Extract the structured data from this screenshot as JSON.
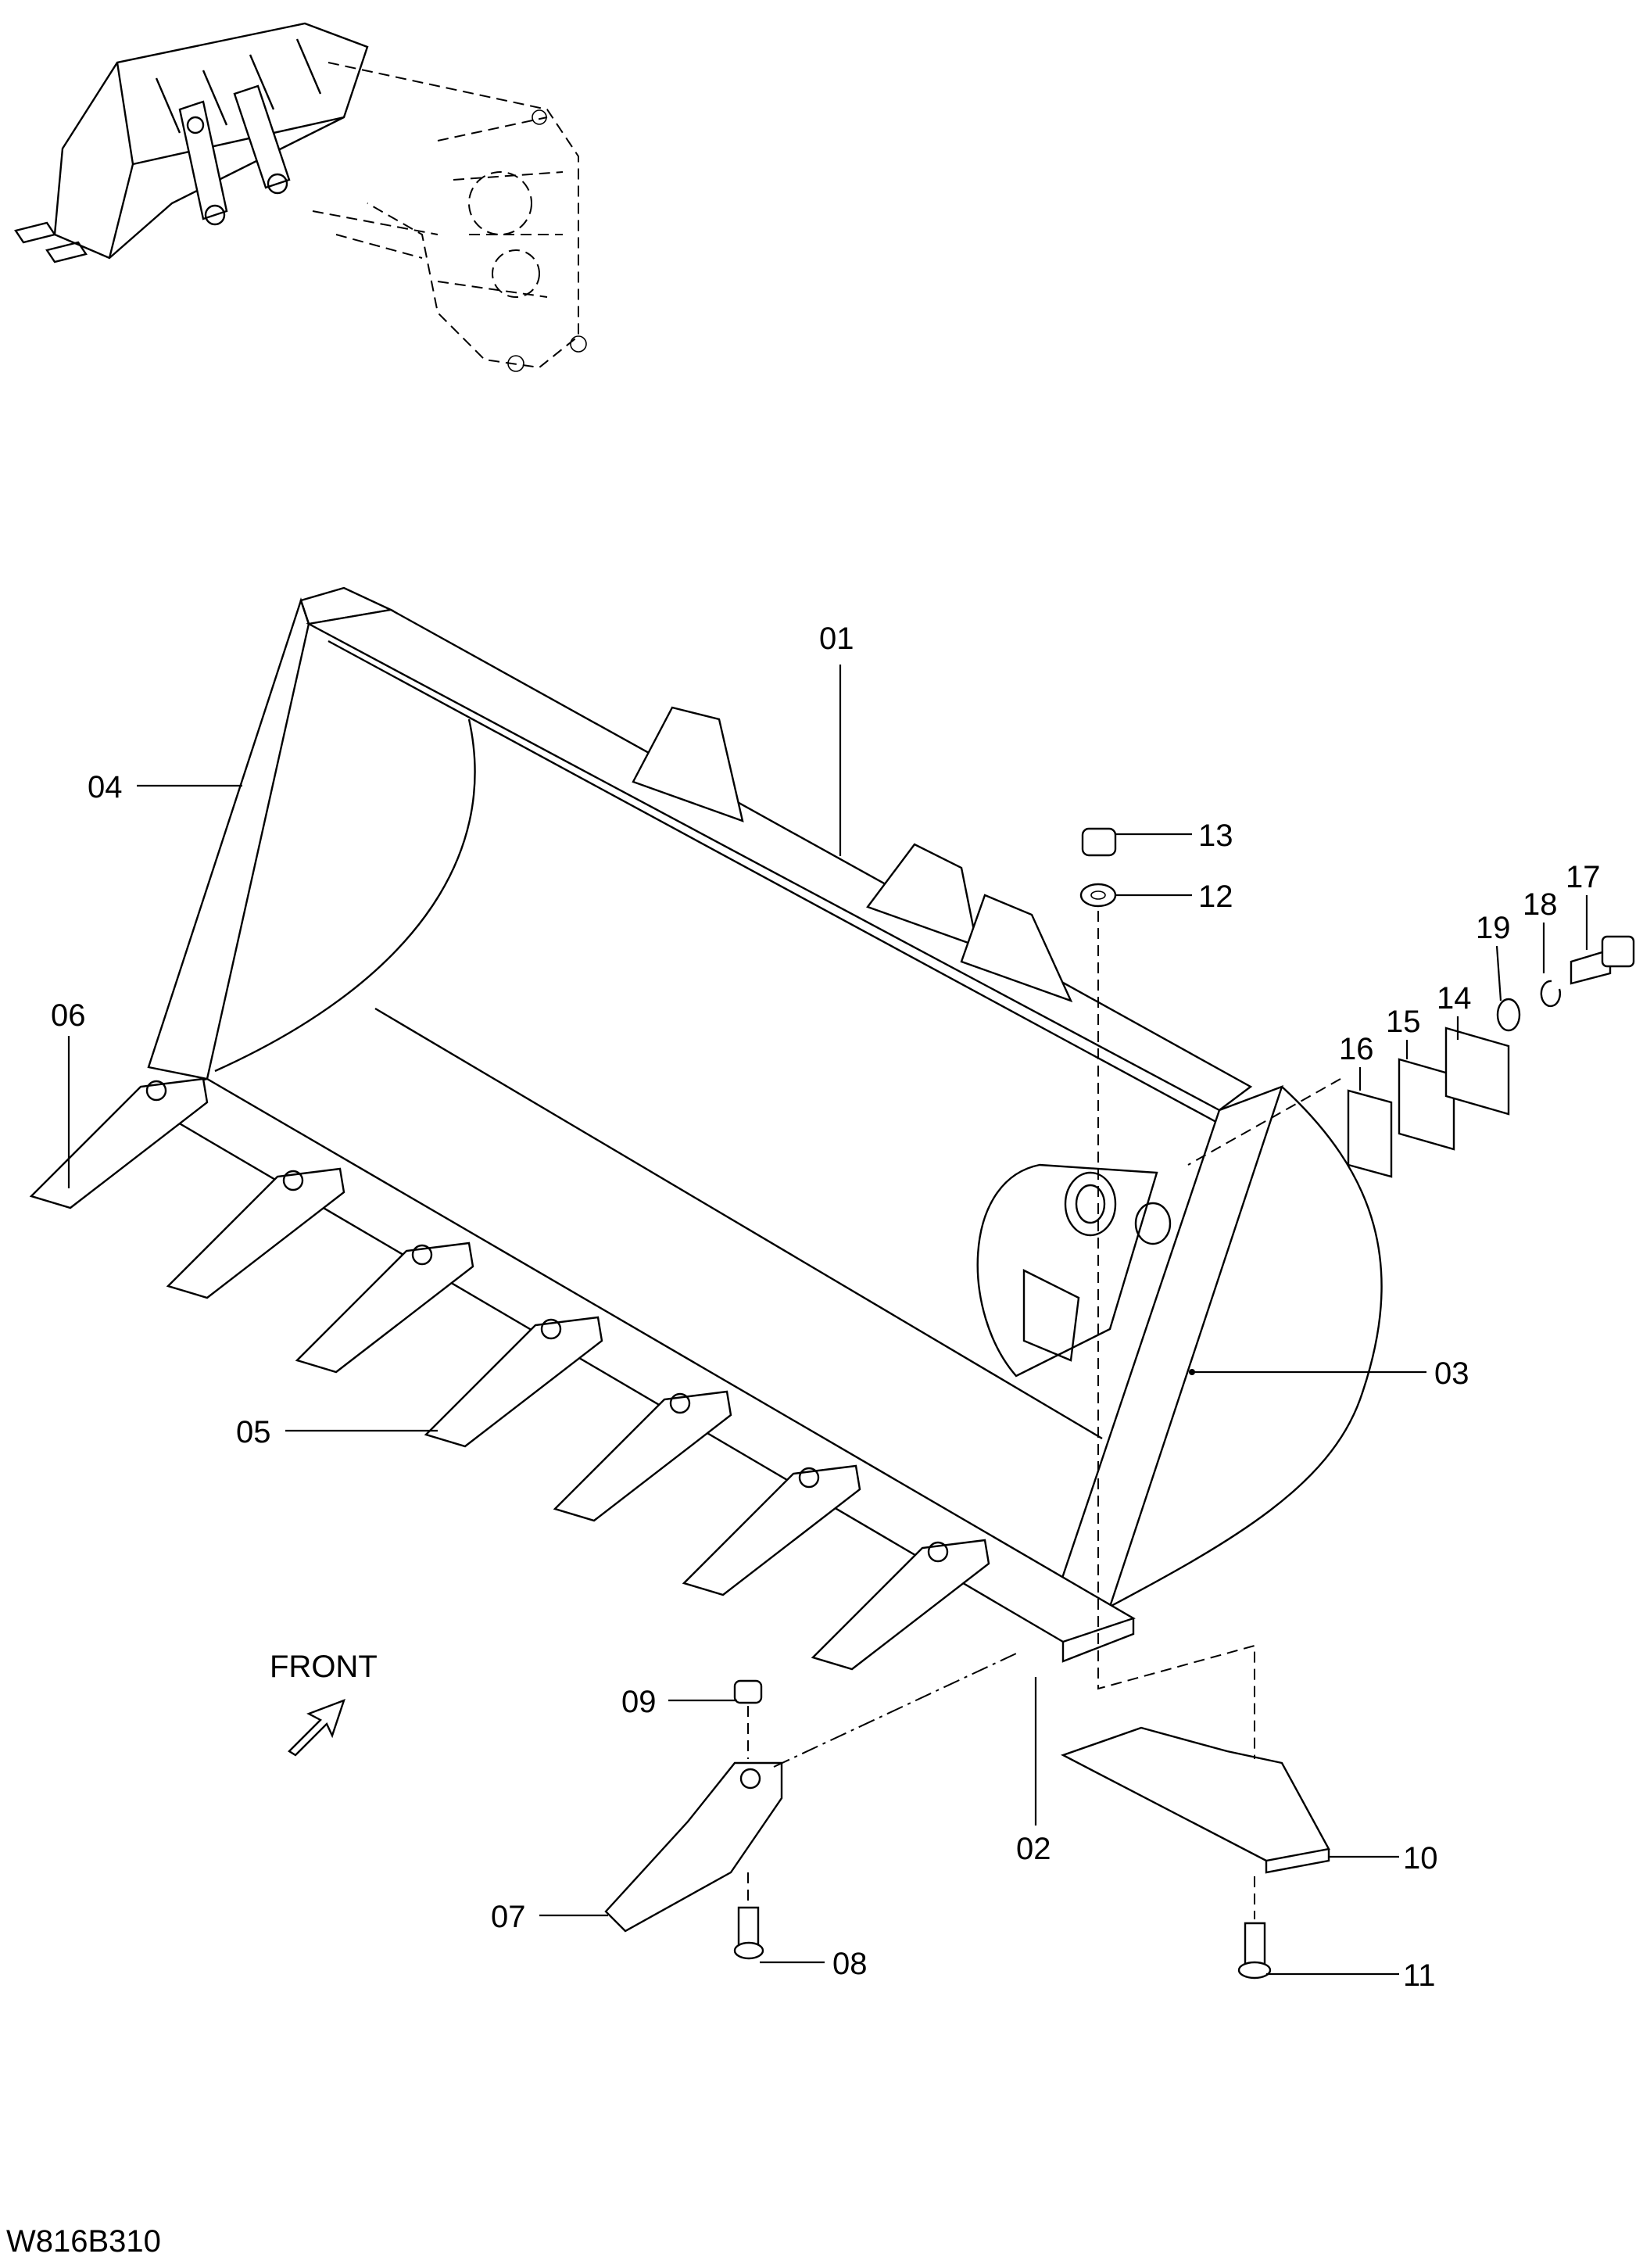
{
  "drawing": {
    "code": "W816B310",
    "front_label": "FRONT"
  },
  "callouts": [
    {
      "id": "01",
      "text": "01"
    },
    {
      "id": "02",
      "text": "02"
    },
    {
      "id": "03",
      "text": "03"
    },
    {
      "id": "04",
      "text": "04"
    },
    {
      "id": "05",
      "text": "05"
    },
    {
      "id": "06",
      "text": "06"
    },
    {
      "id": "07",
      "text": "07"
    },
    {
      "id": "08",
      "text": "08"
    },
    {
      "id": "09",
      "text": "09"
    },
    {
      "id": "10",
      "text": "10"
    },
    {
      "id": "11",
      "text": "11"
    },
    {
      "id": "12",
      "text": "12"
    },
    {
      "id": "13",
      "text": "13"
    },
    {
      "id": "14",
      "text": "14"
    },
    {
      "id": "15",
      "text": "15"
    },
    {
      "id": "16",
      "text": "16"
    },
    {
      "id": "17",
      "text": "17"
    },
    {
      "id": "18",
      "text": "18"
    },
    {
      "id": "19",
      "text": "19"
    }
  ],
  "icons": {
    "front_arrow": "arrow-down-left-icon"
  }
}
